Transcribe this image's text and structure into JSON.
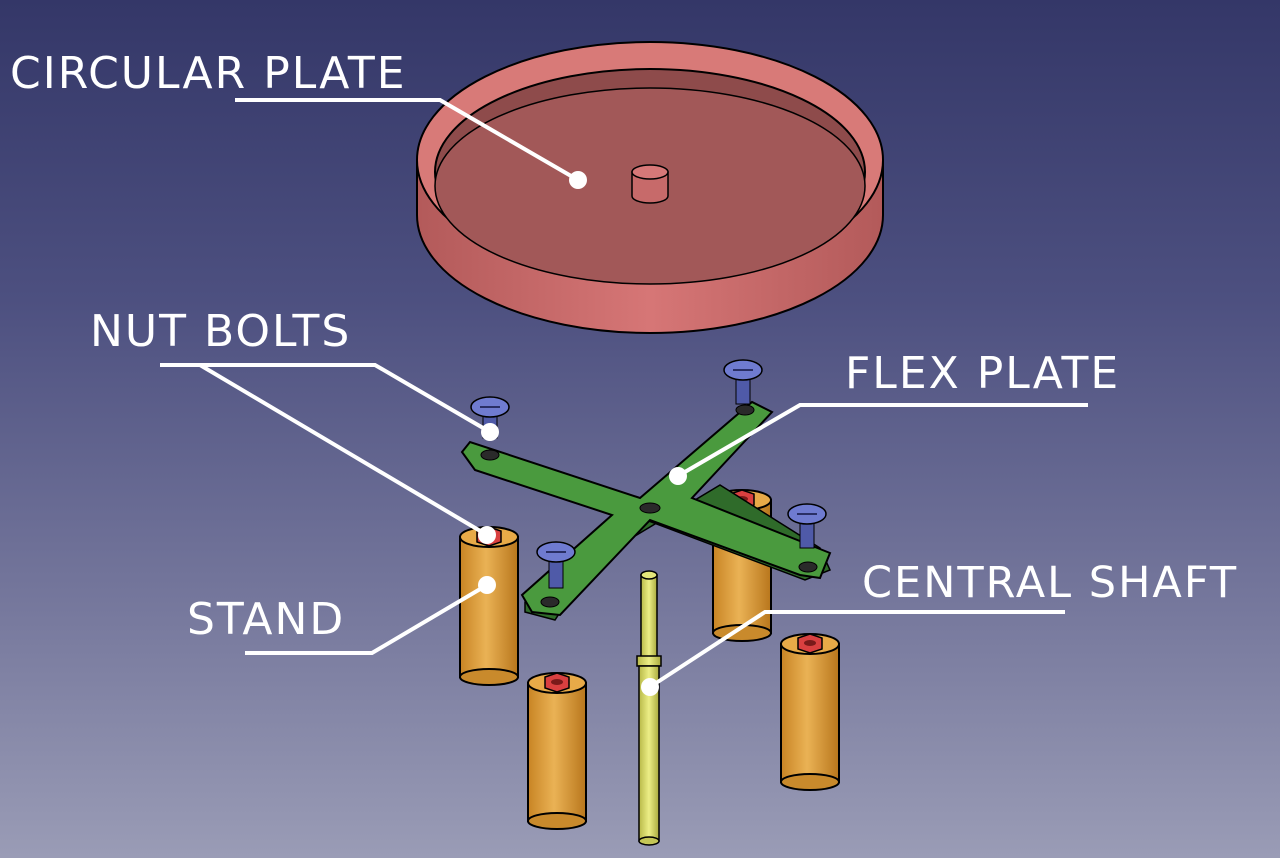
{
  "labels": {
    "circular_plate": "CIRCULAR PLATE",
    "nut_bolts": "NUT BOLTS",
    "flex_plate": "FLEX PLATE",
    "stand": "STAND",
    "central_shaft": "CENTRAL SHAFT"
  },
  "colors": {
    "background_top": "#343768",
    "background_bottom": "#9a9cb6",
    "circular_plate": "#cf6e6e",
    "flex_plate": "#4a9a3e",
    "stand": "#e0a33c",
    "nut": "#d94040",
    "bolt": "#5a65b8",
    "shaft": "#d9db6a",
    "callout": "#ffffff"
  }
}
